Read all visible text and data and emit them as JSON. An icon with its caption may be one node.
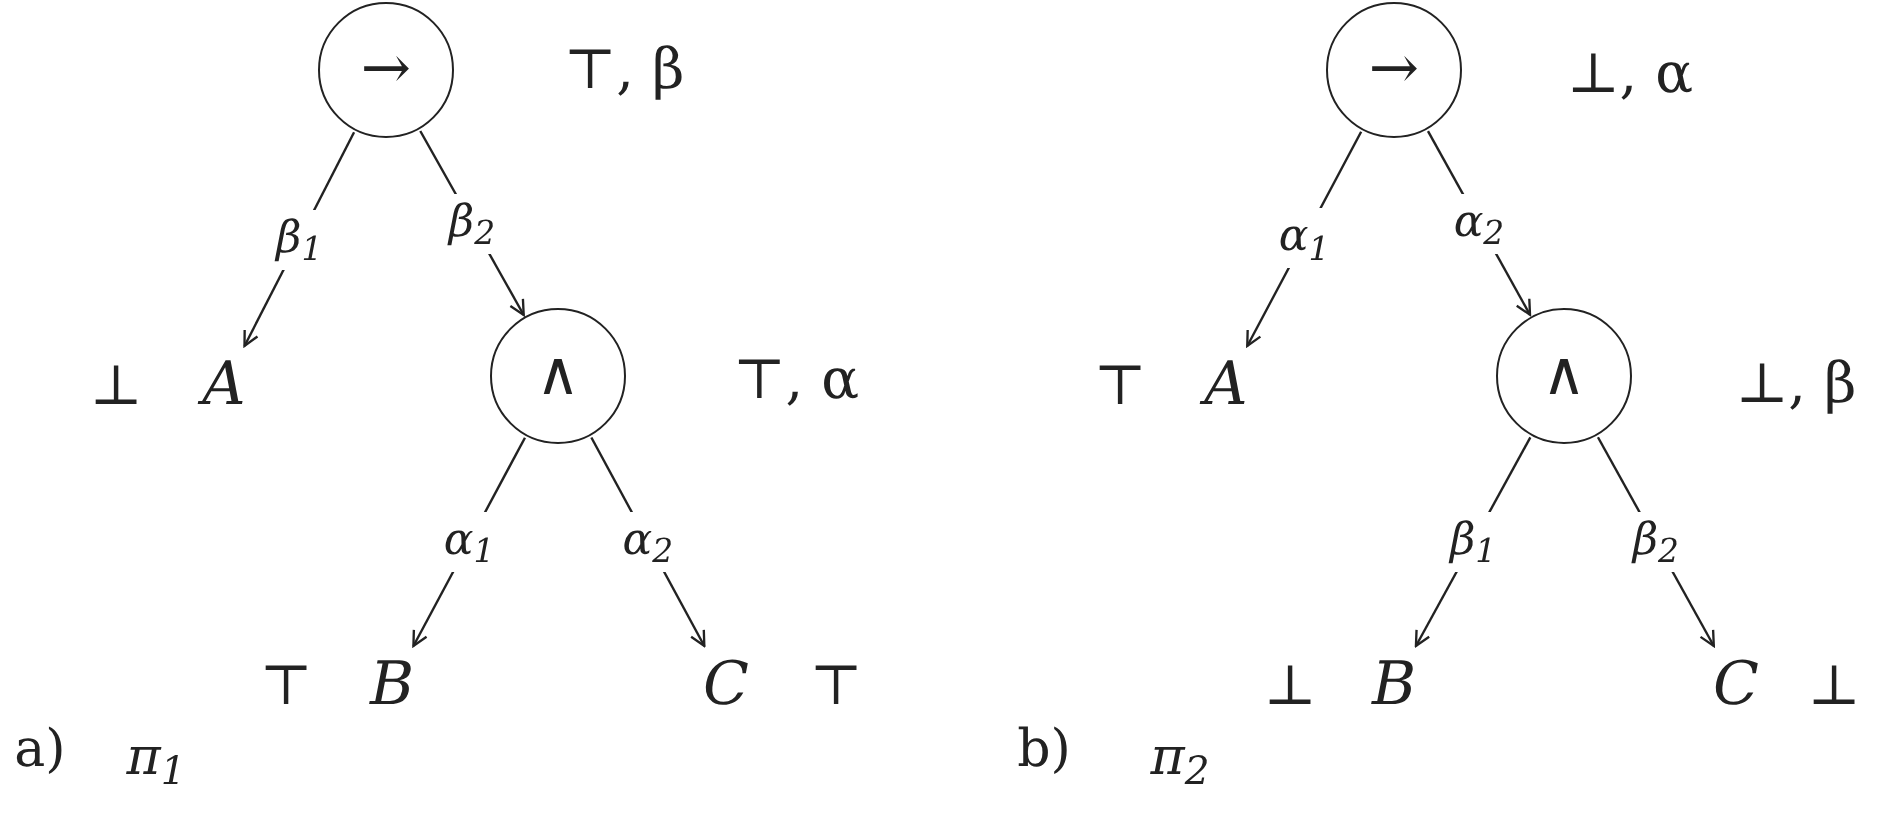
{
  "diagram": {
    "nodes": [
      {
        "text": [
          "→"
        ],
        "beside": [
          "⊤, β"
        ]
      },
      {
        "text": [
          "A"
        ],
        "beside": [
          "⊥"
        ]
      },
      {
        "text": [
          "∧"
        ],
        "beside": [
          "⊤, α"
        ]
      },
      {
        "text": [
          "B"
        ],
        "beside": [
          "⊤"
        ]
      },
      {
        "text": [
          "C"
        ],
        "beside": [
          "⊤"
        ]
      },
      {
        "text": [
          "→"
        ],
        "beside": [
          "⊥, α"
        ]
      },
      {
        "text": [
          "A"
        ],
        "beside": [
          "⊤"
        ]
      },
      {
        "text": [
          "∧"
        ],
        "beside": [
          "⊥, β"
        ]
      },
      {
        "text": [
          "B"
        ],
        "beside": [
          "⊥"
        ]
      },
      {
        "text": [
          "C"
        ],
        "beside": [
          "⊥"
        ]
      }
    ],
    "edges": [
      {
        "from": 0,
        "to": 1,
        "arrow": "to",
        "label": "β$_{1}$"
      },
      {
        "from": 0,
        "to": 2,
        "arrow": "to",
        "label": "β$_{2}$"
      },
      {
        "from": 2,
        "to": 3,
        "arrow": "to",
        "label": "α$_{1}$"
      },
      {
        "from": 2,
        "to": 4,
        "arrow": "to",
        "label": "α$_{2}$"
      },
      {
        "from": 5,
        "to": 6,
        "arrow": "to",
        "label": "α$_{1}$"
      },
      {
        "from": 5,
        "to": 7,
        "arrow": "to",
        "label": "α$_{2}$"
      },
      {
        "from": 7,
        "to": 8,
        "arrow": "to",
        "label": "β$_{1}$"
      },
      {
        "from": 7,
        "to": 9,
        "arrow": "to",
        "label": "β$_{2}$"
      }
    ],
    "labels": [
      "a)",
      "π$_{1}$",
      "b)",
      "π$_{2}$"
    ]
  }
}
